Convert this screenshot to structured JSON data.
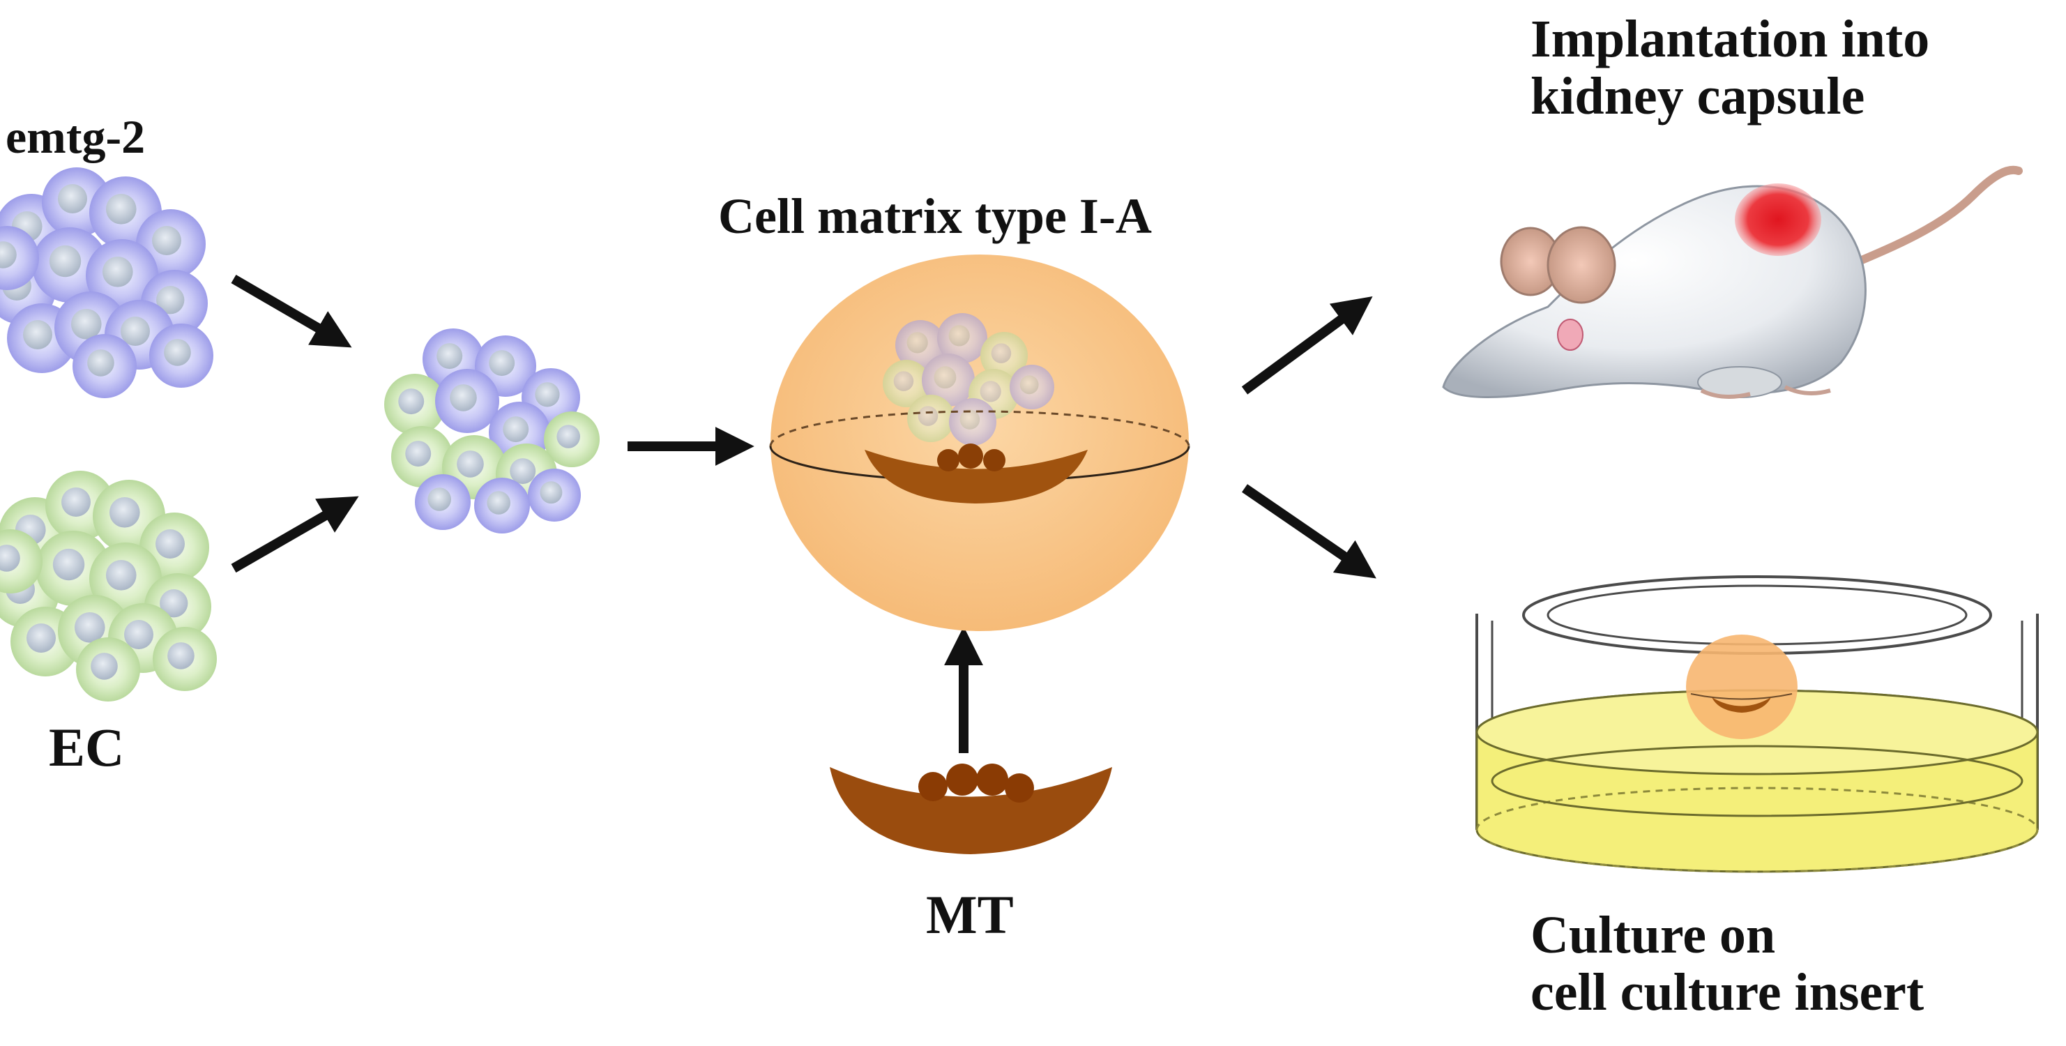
{
  "labels": {
    "emtg2": "emtg-2",
    "ec": "EC",
    "cell_matrix": "Cell matrix type I-A",
    "mt": "MT",
    "implantation_line1": "Implantation into",
    "implantation_line2": "kidney capsule",
    "culture_line1": "Culture on",
    "culture_line2": "cell culture insert"
  },
  "colors": {
    "emtg2_cells": "#b9b9f3",
    "ec_cells": "#cfe6b8",
    "cell_nucleus": "#c4cdd8",
    "matrix_gel": "#f8c68a",
    "tooth_germ": "#9a4c0e",
    "implant_site": "#e8262b",
    "culture_medium": "#f4ef7a",
    "arrows": "#111111"
  }
}
